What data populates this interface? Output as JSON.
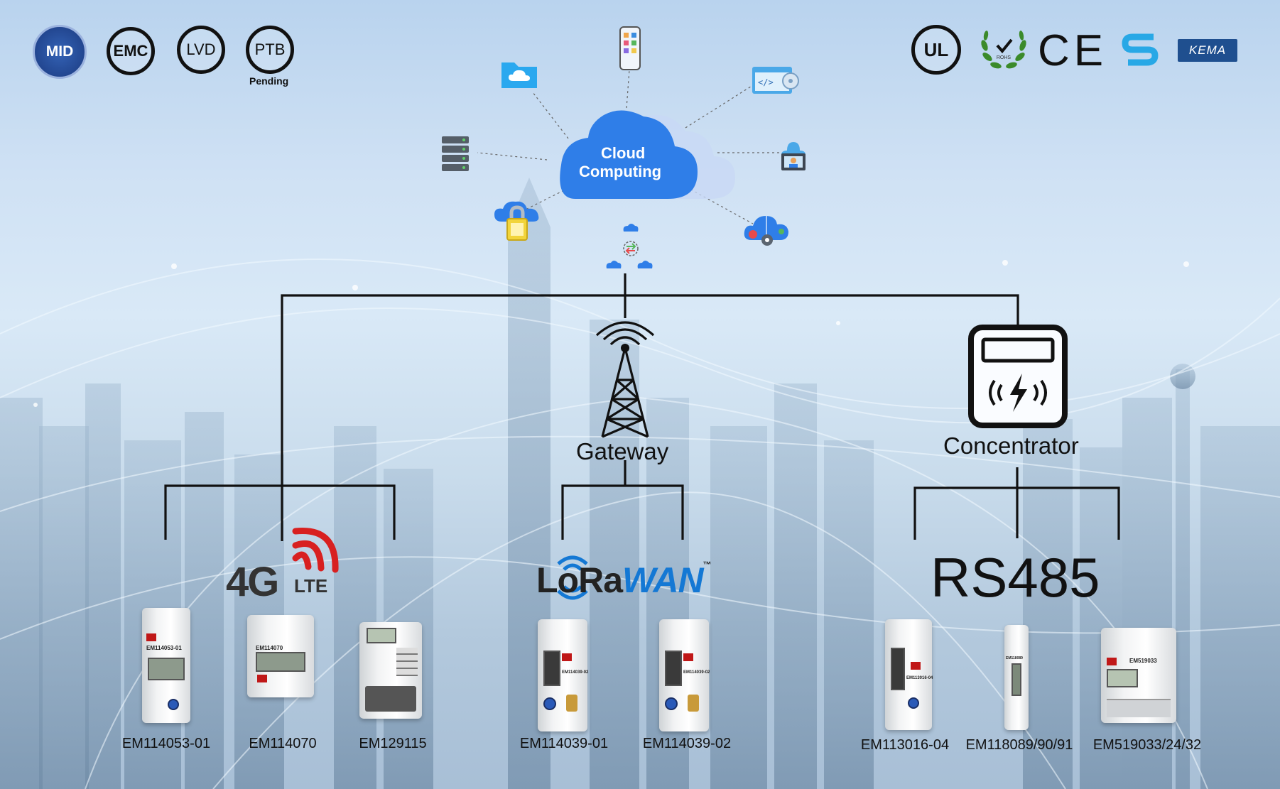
{
  "certifications_left": [
    {
      "name": "mid-badge",
      "text": "MID"
    },
    {
      "name": "emc-badge",
      "text": "EMC"
    },
    {
      "name": "lvd-badge",
      "text": "LVD"
    },
    {
      "name": "ptb-badge",
      "text": "PTB",
      "sub": "Pending"
    }
  ],
  "certifications_right": [
    {
      "name": "ul-badge",
      "text": "UL"
    },
    {
      "name": "rohs-badge",
      "text": "ROHS"
    },
    {
      "name": "ce-badge",
      "text": "CE"
    },
    {
      "name": "kema-badge",
      "text": "KEMA"
    }
  ],
  "cloud": {
    "line1": "Cloud",
    "line2": "Computing"
  },
  "nodes": {
    "gateway": "Gateway",
    "concentrator": "Concentrator"
  },
  "protocols": {
    "fourg": {
      "main": "4G",
      "sub": "LTE"
    },
    "lora": {
      "a": "LoRa",
      "b": "WAN",
      "tm": "™"
    },
    "rs485": "RS485"
  },
  "meters": [
    {
      "model": "EM114053-01",
      "tag": "EM114053-01"
    },
    {
      "model": "EM114070",
      "tag": "EM114070"
    },
    {
      "model": "EM129115",
      "tag": ""
    },
    {
      "model": "EM114039-01",
      "tag": "EM114039-02"
    },
    {
      "model": "EM114039-02",
      "tag": "EM114039-02"
    },
    {
      "model": "EM113016-04",
      "tag": "EM113016-04"
    },
    {
      "model": "EM118089/90/91",
      "tag": "EM118089"
    },
    {
      "model": "EM519033/24/32",
      "tag": "EM519033"
    }
  ],
  "colors": {
    "cloud": "#2f7ee8",
    "lines": "#111111",
    "wifi_red": "#d82020",
    "lora_blue": "#1478d4",
    "line_glow": "#eaf6ff"
  }
}
